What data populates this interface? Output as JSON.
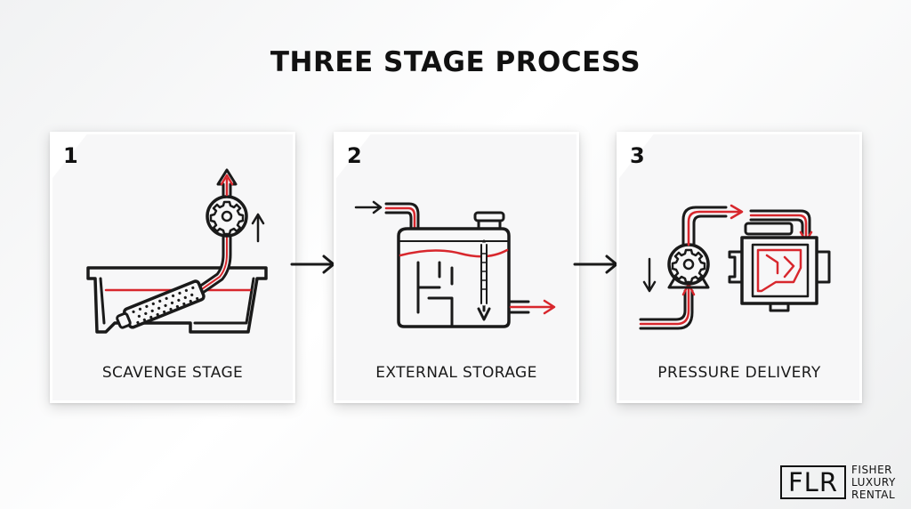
{
  "title": "THREE STAGE PROCESS",
  "colors": {
    "accent": "#d8272d",
    "ink": "#1a1a1a",
    "panel": "#f7f7f8"
  },
  "stages": [
    {
      "number": "1",
      "label": "SCAVENGE STAGE"
    },
    {
      "number": "2",
      "label": "EXTERNAL STORAGE"
    },
    {
      "number": "3",
      "label": "PRESSURE DELIVERY"
    }
  ],
  "logo": {
    "mark": "FLR",
    "line1": "FISHER",
    "line2": "LUXURY",
    "line3": "RENTAL"
  }
}
